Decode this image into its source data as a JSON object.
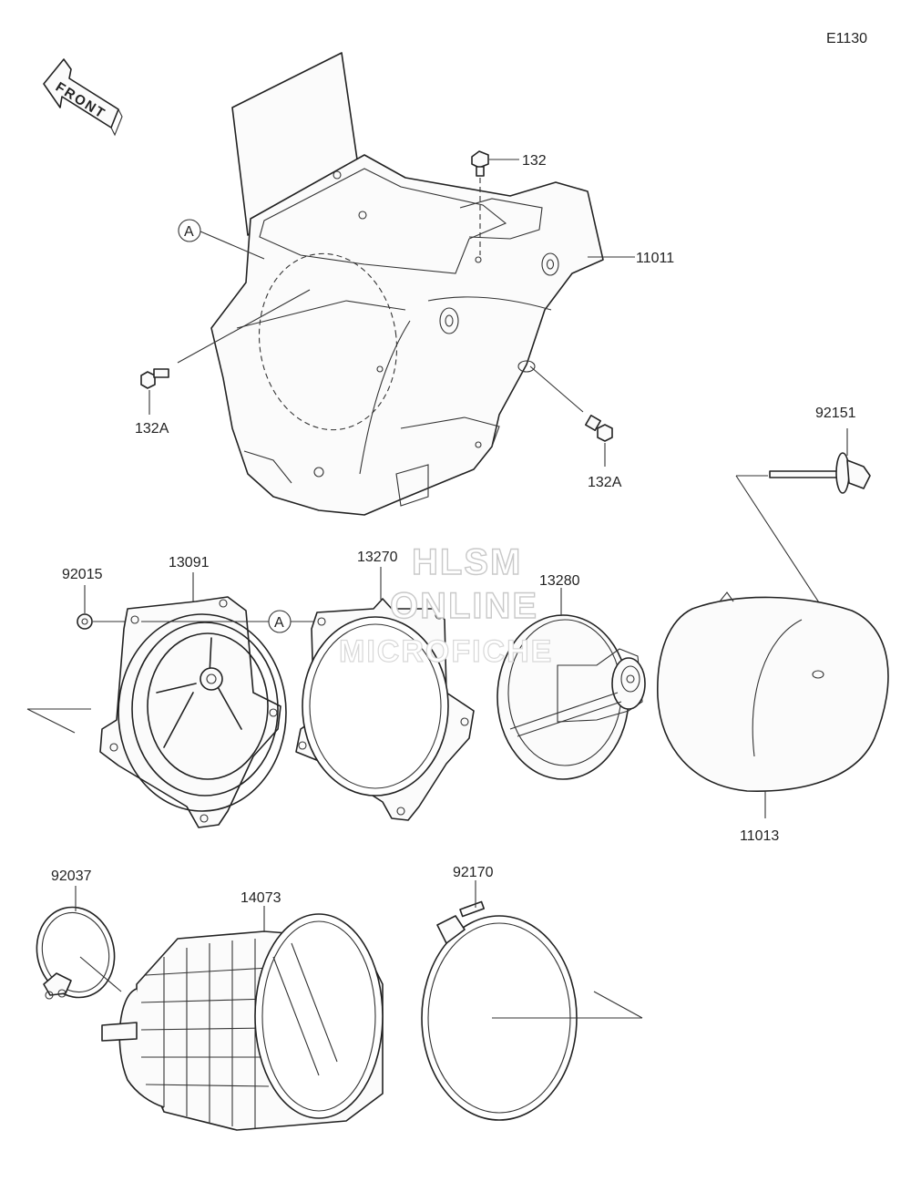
{
  "diagram_code": "E1130",
  "front_marker": "FRONT",
  "reference_marker": "A",
  "watermark": [
    "HLSM",
    "ONLINE",
    "MICROFICHE"
  ],
  "parts": {
    "air_cleaner_case": "11011",
    "case_bolt_top": "132",
    "case_bolt_left": "132A",
    "case_bolt_right": "132A",
    "wing_bolt": "92151",
    "nut": "92015",
    "holder": "13091",
    "gasket": "13270",
    "element_holder": "13280",
    "element": "11013",
    "band_small": "92037",
    "duct": "14073",
    "band_large": "92170"
  }
}
